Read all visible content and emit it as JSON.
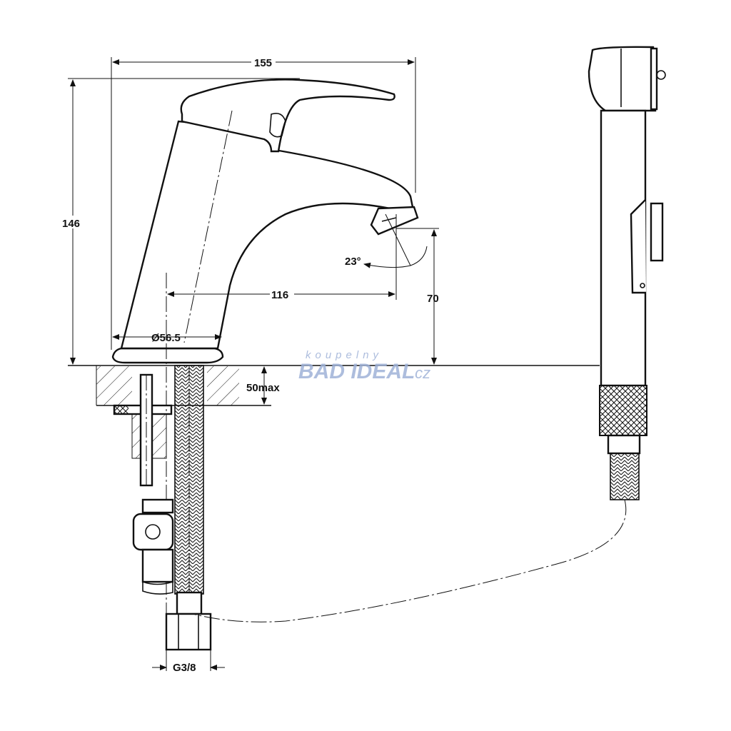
{
  "dimensions": {
    "width": "155",
    "height": "146",
    "angle": "23°",
    "reach": "116",
    "spout_height": "70",
    "base_diameter": "Ø56.5",
    "deck_thickness": "50max",
    "connection": "G3/8"
  },
  "watermark": {
    "line1": "koupelny",
    "line2": "BAD IDEAL",
    "suffix": ".cz"
  },
  "colors": {
    "line": "#111111",
    "watermark": "#9fb2d8"
  }
}
